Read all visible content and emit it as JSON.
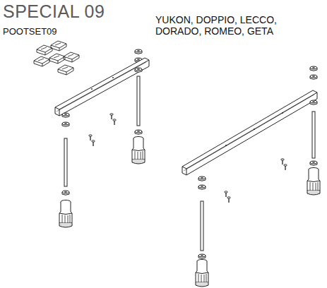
{
  "diagram": {
    "title": "SPECIAL 09",
    "labels": [
      "POOTSET09",
      "YUKON, DOPPIO, LECCO, DORADO, ROMEO, GETA"
    ]
  }
}
